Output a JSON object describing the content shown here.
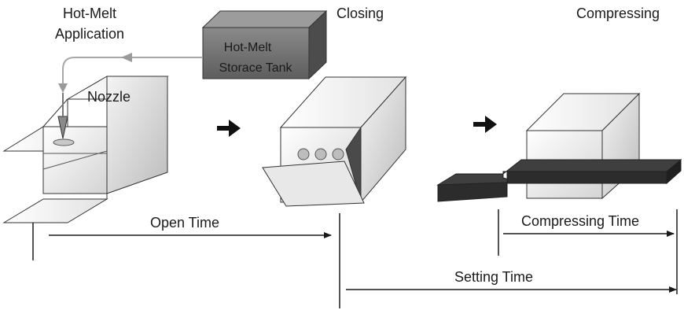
{
  "labels": {
    "hot_melt_application_line1": "Hot-Melt",
    "hot_melt_application_line2": "Application",
    "storage_tank_line1": "Hot-Melt",
    "storage_tank_line2": "Storace Tank",
    "nozzle": "Nozzle",
    "closing": "Closing",
    "compressing": "Compressing",
    "open_time": "Open Time",
    "compressing_time": "Compressing Time",
    "setting_time": "Setting Time"
  }
}
